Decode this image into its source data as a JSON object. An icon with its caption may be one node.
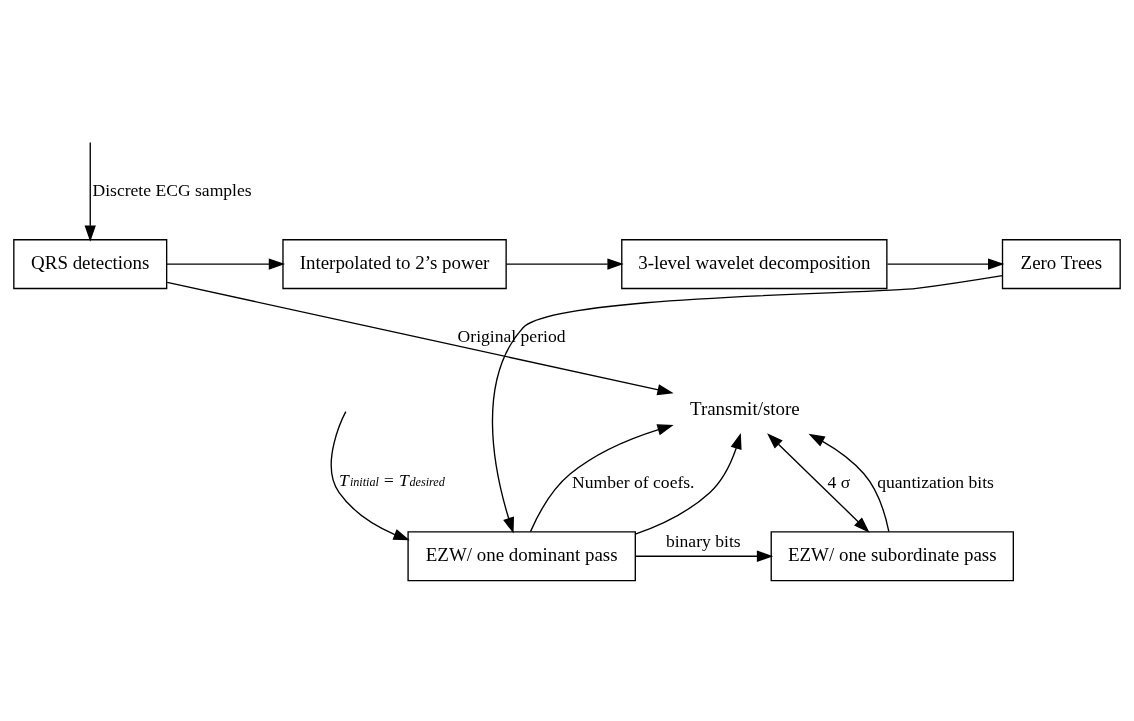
{
  "diagram": {
    "nodes": [
      {
        "text": [
          "QRS detections"
        ]
      },
      {
        "text": [
          "Interpolated to 2’s power"
        ]
      },
      {
        "text": [
          "3-level wavelet decomposition"
        ]
      },
      {
        "text": [
          "Zero Trees"
        ]
      },
      {
        "text": [
          "EZW/ one dominant pass"
        ]
      },
      {
        "text": [
          "EZW/ one subordinate pass"
        ]
      },
      {
        "text": [
          "Transmit/store"
        ]
      }
    ],
    "edges": [
      {
        "from": null,
        "to": 0,
        "arrow": "to",
        "label": "Discrete ECG samples"
      },
      {
        "from": 0,
        "to": 1,
        "arrow": "to"
      },
      {
        "from": 1,
        "to": 2,
        "arrow": "to"
      },
      {
        "from": 2,
        "to": 3,
        "arrow": "to"
      },
      {
        "from": 3,
        "to": 4,
        "arrow": "to"
      },
      {
        "from": null,
        "to": 4,
        "arrow": "to",
        "label": "T$_{initial}$ = T$_{desired}$"
      },
      {
        "from": 4,
        "to": 5,
        "arrow": "to",
        "label": "binary bits"
      },
      {
        "from": 4,
        "to": 6,
        "arrow": "to"
      },
      {
        "from": 4,
        "to": 6,
        "arrow": "to",
        "label": "Number of coefs."
      },
      {
        "from": 6,
        "to": 5,
        "arrow": "both",
        "label": "4 σ"
      },
      {
        "from": 5,
        "to": 6,
        "arrow": "to",
        "label": "quantization bits"
      },
      {
        "from": 0,
        "to": 6,
        "arrow": "to",
        "label": "Original period"
      }
    ]
  }
}
